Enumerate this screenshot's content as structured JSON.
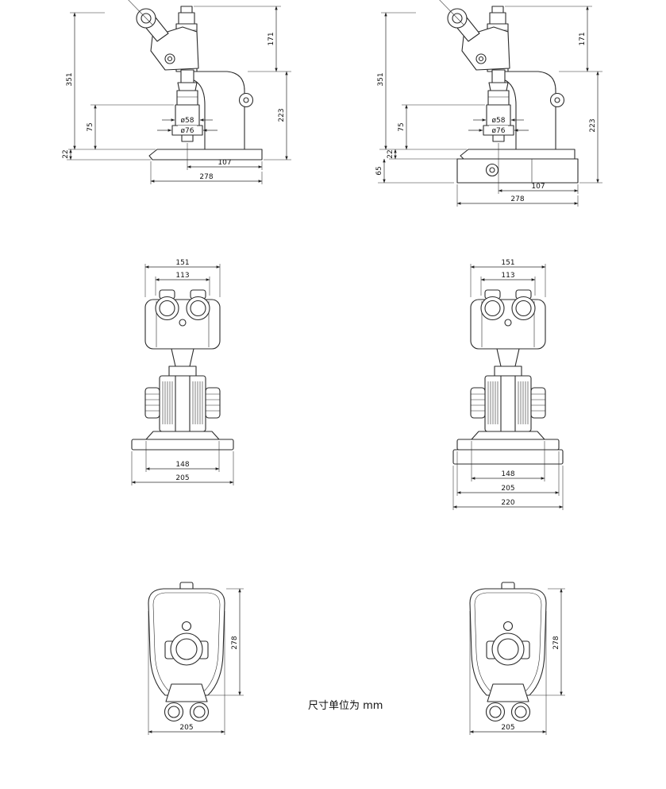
{
  "note": "尺寸单位为 mm",
  "views": {
    "side_left": {
      "d351": "351",
      "d171": "171",
      "d223": "223",
      "d75": "75",
      "d22": "22",
      "d58": "ø58",
      "d76": "ø76",
      "d107": "107",
      "d278": "278"
    },
    "side_right": {
      "d351": "351",
      "d171": "171",
      "d223": "223",
      "d75": "75",
      "d22": "22",
      "d65": "65",
      "d58": "ø58",
      "d76": "ø76",
      "d107": "107",
      "d278": "278"
    },
    "front_left": {
      "d151": "151",
      "d113": "113",
      "d148": "148",
      "d205": "205"
    },
    "front_right": {
      "d151": "151",
      "d113": "113",
      "d148": "148",
      "d205": "205",
      "d220": "220"
    },
    "top_left": {
      "d278": "278",
      "d205": "205"
    },
    "top_right": {
      "d278": "278",
      "d205": "205"
    }
  }
}
